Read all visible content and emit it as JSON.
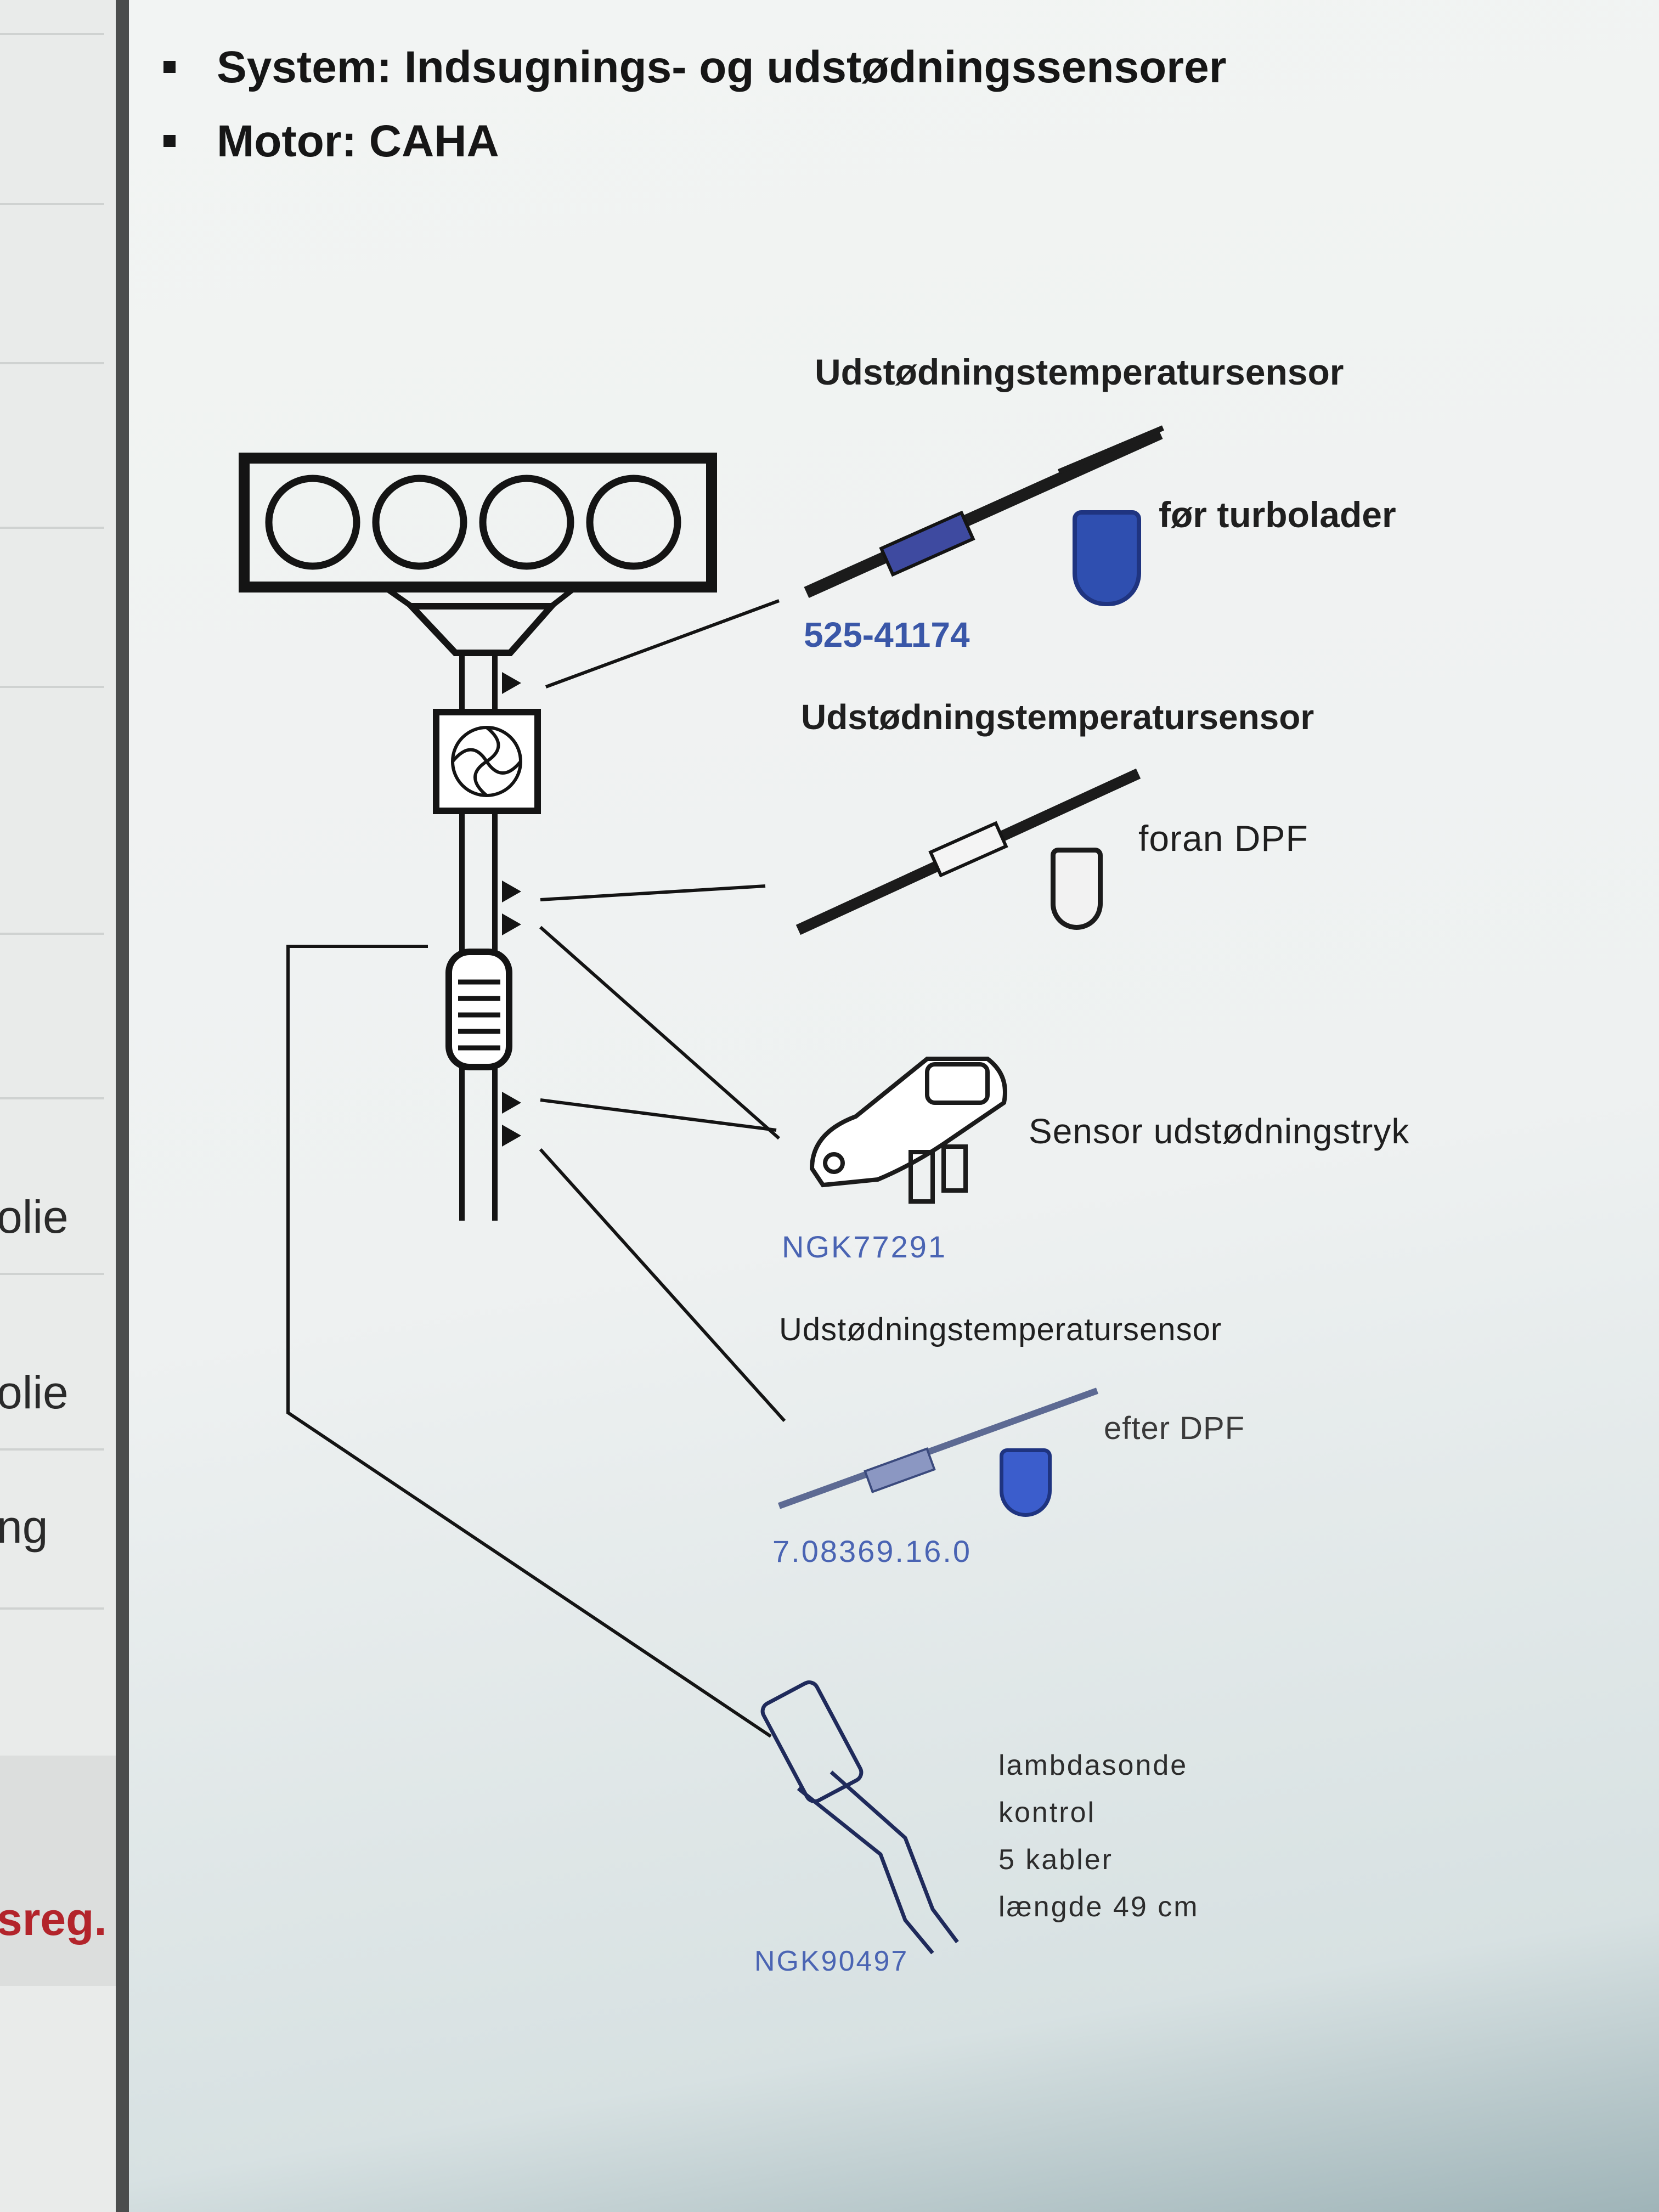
{
  "sidebar": {
    "items": [
      {
        "label": "olie"
      },
      {
        "label": "olie"
      },
      {
        "label": "ng"
      },
      {
        "label": "sreg."
      }
    ]
  },
  "bullets": [
    {
      "text": "System: Indsugnings- og udstødningssensorer"
    },
    {
      "text": "Motor: CAHA"
    }
  ],
  "diagram": {
    "sensors": [
      {
        "title": "Udstødningstemperatursensor",
        "position": "før turbolader",
        "part": "525-41174"
      },
      {
        "title": "Udstødningstemperatursensor",
        "position": "foran DPF"
      },
      {
        "title": "Sensor udstødningstryk",
        "part": "NGK77291"
      },
      {
        "title": "Udstødningstemperatursensor",
        "position": "efter DPF",
        "part": "7.08369.16.0"
      },
      {
        "part": "NGK90497",
        "notes": [
          "lambdasonde",
          "kontrol",
          "5 kabler",
          "længde 49 cm"
        ]
      }
    ]
  },
  "colors": {
    "part_number": "#3a57a8",
    "badge": "#2f4fb0",
    "sidebar_accent": "#b3242b"
  }
}
